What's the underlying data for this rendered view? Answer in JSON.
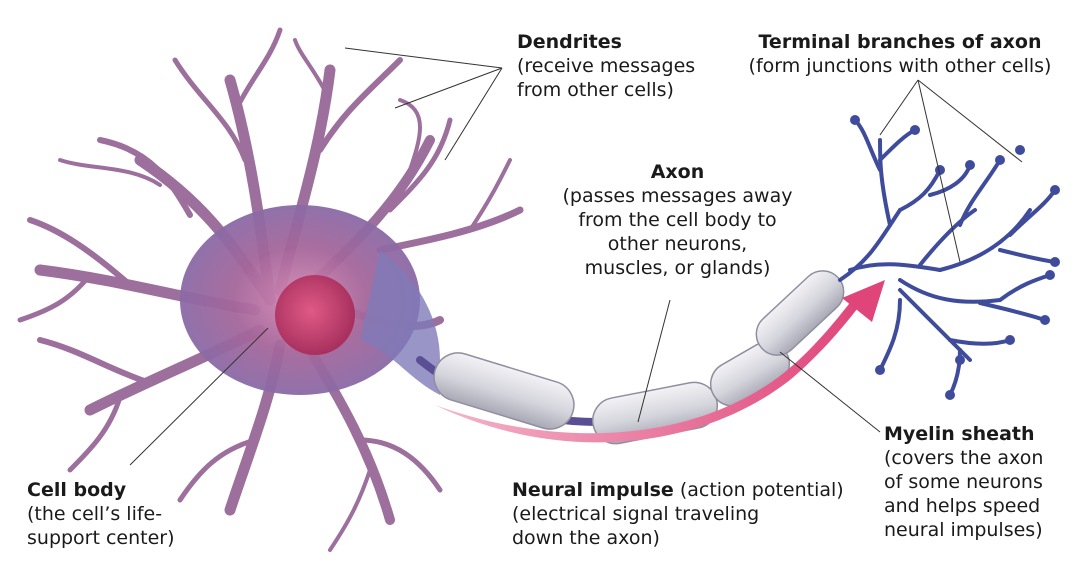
{
  "labels": {
    "dendrites": {
      "title": "Dendrites",
      "desc": [
        "(receive messages",
        "from other cells)"
      ]
    },
    "terminal": {
      "title": "Terminal branches of axon",
      "desc": [
        "(form junctions with other cells)"
      ]
    },
    "axon": {
      "title": "Axon",
      "desc": [
        "(passes messages away",
        "from the cell body to",
        "other neurons,",
        "muscles, or glands)"
      ]
    },
    "cell_body": {
      "title": "Cell body",
      "desc": [
        "(the cell’s life-",
        "support center)"
      ]
    },
    "neural_impulse": {
      "title": "Neural impulse",
      "title_suffix": " (action potential)",
      "desc": [
        "(electrical signal traveling",
        "down the axon)"
      ]
    },
    "myelin": {
      "title": "Myelin sheath",
      "desc": [
        "(covers the axon",
        "of some neurons",
        "and helps speed",
        "neural impulses)"
      ]
    }
  },
  "colors": {
    "dendrite": "#9c6f9c",
    "dendrite_dark": "#7a3f6e",
    "soma": "#a25a8e",
    "nucleus": "#c43a6a",
    "axon_terminal": "#3f4c9c",
    "myelin": "#d9d9de",
    "impulse_arrow": "#e0457a",
    "leader_line": "#333333"
  }
}
